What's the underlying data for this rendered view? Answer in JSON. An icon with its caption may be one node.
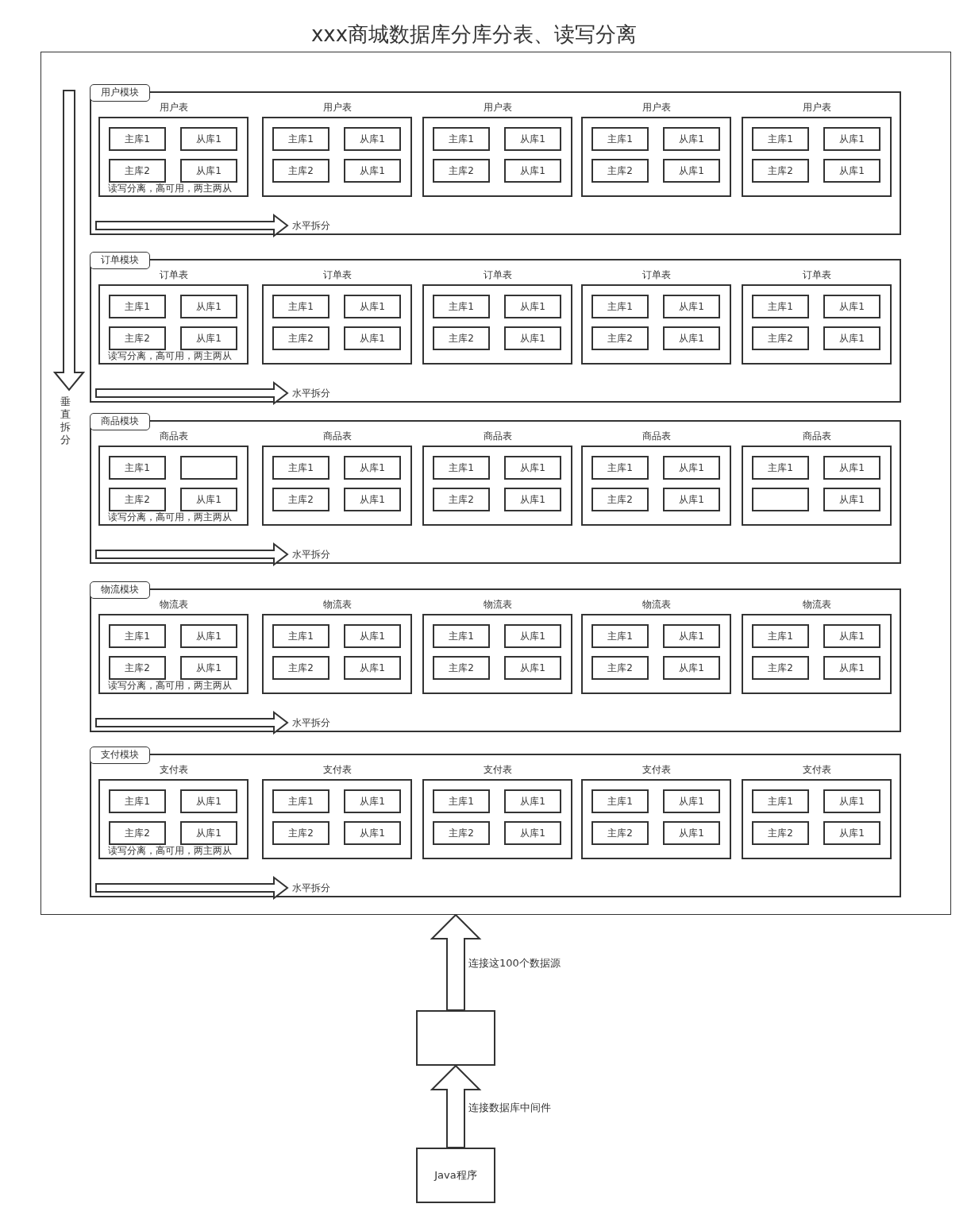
{
  "diagram": {
    "title": "xxx商城数据库分库分表、读写分离",
    "nodes": [
      {
        "text": [],
        "shape": "box"
      },
      {
        "text": [
          "用户模块"
        ],
        "in": 0
      },
      {
        "text": [
          "用户表",
          "读写分离，高可用，两主两从"
        ],
        "in": 1
      },
      {
        "text": [
          "主库1"
        ],
        "in": 2
      },
      {
        "text": [
          "从库1"
        ],
        "in": 2
      },
      {
        "text": [
          "主库2"
        ],
        "in": 2
      },
      {
        "text": [
          "从库1"
        ],
        "in": 2
      },
      {
        "text": [
          "用户表"
        ],
        "in": 1
      },
      {
        "text": [
          "主库1"
        ],
        "in": 7
      },
      {
        "text": [
          "从库1"
        ],
        "in": 7
      },
      {
        "text": [
          "主库2"
        ],
        "in": 7
      },
      {
        "text": [
          "从库1"
        ],
        "in": 7
      },
      {
        "text": [
          "用户表"
        ],
        "in": 1
      },
      {
        "text": [
          "主库1"
        ],
        "in": 12
      },
      {
        "text": [
          "从库1"
        ],
        "in": 12
      },
      {
        "text": [
          "主库2"
        ],
        "in": 12
      },
      {
        "text": [
          "从库1"
        ],
        "in": 12
      },
      {
        "text": [
          "用户表"
        ],
        "in": 1
      },
      {
        "text": [
          "主库1"
        ],
        "in": 17
      },
      {
        "text": [
          "从库1"
        ],
        "in": 17
      },
      {
        "text": [
          "主库2"
        ],
        "in": 17
      },
      {
        "text": [
          "从库1"
        ],
        "in": 17
      },
      {
        "text": [
          "用户表"
        ],
        "in": 1
      },
      {
        "text": [
          "主库1"
        ],
        "in": 22
      },
      {
        "text": [
          "从库1"
        ],
        "in": 22
      },
      {
        "text": [
          "主库2"
        ],
        "in": 22
      },
      {
        "text": [
          "从库1"
        ],
        "in": 22
      },
      {
        "text": [
          "订单模块"
        ],
        "in": 0
      },
      {
        "text": [
          "订单表",
          "读写分离，高可用，两主两从"
        ],
        "in": 27
      },
      {
        "text": [
          "主库1"
        ],
        "in": 28
      },
      {
        "text": [
          "从库1"
        ],
        "in": 28
      },
      {
        "text": [
          "主库2"
        ],
        "in": 28
      },
      {
        "text": [
          "从库1"
        ],
        "in": 28
      },
      {
        "text": [
          "订单表"
        ],
        "in": 27
      },
      {
        "text": [
          "主库1"
        ],
        "in": 33
      },
      {
        "text": [
          "从库1"
        ],
        "in": 33
      },
      {
        "text": [
          "主库2"
        ],
        "in": 33
      },
      {
        "text": [
          "从库1"
        ],
        "in": 33
      },
      {
        "text": [
          "订单表"
        ],
        "in": 27
      },
      {
        "text": [
          "主库1"
        ],
        "in": 38
      },
      {
        "text": [
          "从库1"
        ],
        "in": 38
      },
      {
        "text": [
          "主库2"
        ],
        "in": 38
      },
      {
        "text": [
          "从库1"
        ],
        "in": 38
      },
      {
        "text": [
          "订单表"
        ],
        "in": 27
      },
      {
        "text": [
          "主库1"
        ],
        "in": 43
      },
      {
        "text": [
          "从库1"
        ],
        "in": 43
      },
      {
        "text": [
          "主库2"
        ],
        "in": 43
      },
      {
        "text": [
          "从库1"
        ],
        "in": 43
      },
      {
        "text": [
          "订单表"
        ],
        "in": 27
      },
      {
        "text": [
          "主库1"
        ],
        "in": 48
      },
      {
        "text": [
          "从库1"
        ],
        "in": 48
      },
      {
        "text": [
          "主库2"
        ],
        "in": 48
      },
      {
        "text": [
          "从库1"
        ],
        "in": 48
      },
      {
        "text": [
          "商品模块"
        ],
        "in": 0
      },
      {
        "text": [
          "商品表",
          "读写分离，高可用，两主两从"
        ],
        "in": 53
      },
      {
        "text": [
          "主库1"
        ],
        "in": 54
      },
      {
        "text": [],
        "shape": "box",
        "in": 54
      },
      {
        "text": [
          "主库2"
        ],
        "in": 54
      },
      {
        "text": [
          "从库1"
        ],
        "in": 54
      },
      {
        "text": [
          "商品表"
        ],
        "in": 53
      },
      {
        "text": [
          "主库1"
        ],
        "in": 59
      },
      {
        "text": [
          "从库1"
        ],
        "in": 59
      },
      {
        "text": [
          "主库2"
        ],
        "in": 59
      },
      {
        "text": [
          "从库1"
        ],
        "in": 59
      },
      {
        "text": [
          "商品表"
        ],
        "in": 53
      },
      {
        "text": [
          "主库1"
        ],
        "in": 64
      },
      {
        "text": [
          "从库1"
        ],
        "in": 64
      },
      {
        "text": [
          "主库2"
        ],
        "in": 64
      },
      {
        "text": [
          "从库1"
        ],
        "in": 64
      },
      {
        "text": [
          "商品表"
        ],
        "in": 53
      },
      {
        "text": [
          "主库1"
        ],
        "in": 69
      },
      {
        "text": [
          "从库1"
        ],
        "in": 69
      },
      {
        "text": [
          "主库2"
        ],
        "in": 69
      },
      {
        "text": [
          "从库1"
        ],
        "in": 69
      },
      {
        "text": [
          "商品表"
        ],
        "in": 53
      },
      {
        "text": [
          "主库1"
        ],
        "in": 74
      },
      {
        "text": [
          "从库1"
        ],
        "in": 74
      },
      {
        "text": [],
        "shape": "box",
        "in": 74
      },
      {
        "text": [
          "从库1"
        ],
        "in": 74
      },
      {
        "text": [
          "物流模块"
        ],
        "in": 0
      },
      {
        "text": [
          "物流表",
          "读写分离，高可用，两主两从"
        ],
        "in": 79
      },
      {
        "text": [
          "主库1"
        ],
        "in": 80
      },
      {
        "text": [
          "从库1"
        ],
        "in": 80
      },
      {
        "text": [
          "主库2"
        ],
        "in": 80
      },
      {
        "text": [
          "从库1"
        ],
        "in": 80
      },
      {
        "text": [
          "物流表"
        ],
        "in": 79
      },
      {
        "text": [
          "主库1"
        ],
        "in": 85
      },
      {
        "text": [
          "从库1"
        ],
        "in": 85
      },
      {
        "text": [
          "主库2"
        ],
        "in": 85
      },
      {
        "text": [
          "从库1"
        ],
        "in": 85
      },
      {
        "text": [
          "物流表"
        ],
        "in": 79
      },
      {
        "text": [
          "主库1"
        ],
        "in": 90
      },
      {
        "text": [
          "从库1"
        ],
        "in": 90
      },
      {
        "text": [
          "主库2"
        ],
        "in": 90
      },
      {
        "text": [
          "从库1"
        ],
        "in": 90
      },
      {
        "text": [
          "物流表"
        ],
        "in": 79
      },
      {
        "text": [
          "主库1"
        ],
        "in": 95
      },
      {
        "text": [
          "从库1"
        ],
        "in": 95
      },
      {
        "text": [
          "主库2"
        ],
        "in": 95
      },
      {
        "text": [
          "从库1"
        ],
        "in": 95
      },
      {
        "text": [
          "物流表"
        ],
        "in": 79
      },
      {
        "text": [
          "主库1"
        ],
        "in": 100
      },
      {
        "text": [
          "从库1"
        ],
        "in": 100
      },
      {
        "text": [
          "主库2"
        ],
        "in": 100
      },
      {
        "text": [
          "从库1"
        ],
        "in": 100
      },
      {
        "text": [
          "支付模块"
        ],
        "in": 0
      },
      {
        "text": [
          "支付表",
          "读写分离，高可用，两主两从"
        ],
        "in": 105
      },
      {
        "text": [
          "主库1"
        ],
        "in": 106
      },
      {
        "text": [
          "从库1"
        ],
        "in": 106
      },
      {
        "text": [
          "主库2"
        ],
        "in": 106
      },
      {
        "text": [
          "从库1"
        ],
        "in": 106
      },
      {
        "text": [
          "支付表"
        ],
        "in": 105
      },
      {
        "text": [
          "主库1"
        ],
        "in": 111
      },
      {
        "text": [
          "从库1"
        ],
        "in": 111
      },
      {
        "text": [
          "主库2"
        ],
        "in": 111
      },
      {
        "text": [
          "从库1"
        ],
        "in": 111
      },
      {
        "text": [
          "支付表"
        ],
        "in": 105
      },
      {
        "text": [
          "主库1"
        ],
        "in": 116
      },
      {
        "text": [
          "从库1"
        ],
        "in": 116
      },
      {
        "text": [
          "主库2"
        ],
        "in": 116
      },
      {
        "text": [
          "从库1"
        ],
        "in": 116
      },
      {
        "text": [
          "支付表"
        ],
        "in": 105
      },
      {
        "text": [
          "主库1"
        ],
        "in": 121
      },
      {
        "text": [
          "从库1"
        ],
        "in": 121
      },
      {
        "text": [
          "主库2"
        ],
        "in": 121
      },
      {
        "text": [
          "从库1"
        ],
        "in": 121
      },
      {
        "text": [
          "支付表"
        ],
        "in": 105
      },
      {
        "text": [
          "主库1"
        ],
        "in": 126
      },
      {
        "text": [
          "从库1"
        ],
        "in": 126
      },
      {
        "text": [
          "主库2"
        ],
        "in": 126
      },
      {
        "text": [
          "从库1"
        ],
        "in": 126
      },
      {
        "text": [],
        "shape": "box"
      },
      {
        "text": [
          "Java程序"
        ]
      }
    ],
    "edges": [
      {
        "from": 132,
        "to": 131,
        "arrow": "to",
        "label": "连接数据库中间件"
      },
      {
        "from": 131,
        "to": 0,
        "arrow": "to",
        "label": "连接这100个数据源"
      }
    ],
    "labels": [
      "垂直拆分",
      "水平拆分",
      "水平拆分",
      "水平拆分",
      "水平拆分",
      "水平拆分"
    ]
  }
}
